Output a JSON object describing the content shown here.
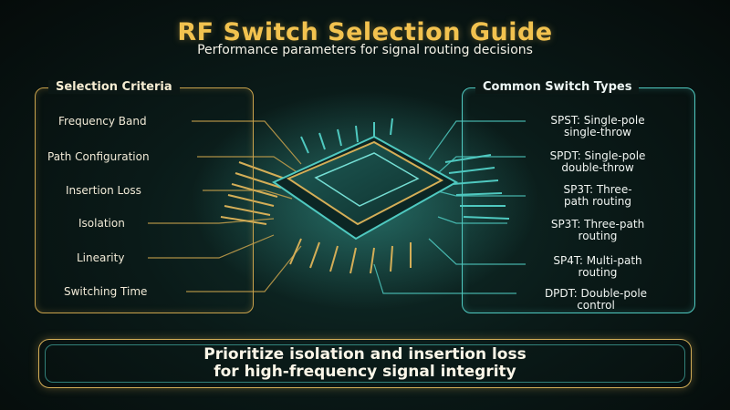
{
  "header": {
    "title": "RF Switch Selection Guide",
    "subtitle": "Performance parameters for signal routing decisions"
  },
  "left_panel": {
    "title": "Selection Criteria",
    "items": [
      "Frequency Band",
      "Path Configuration",
      "Insertion Loss",
      "Isolation",
      "Linearity",
      "Switching Time"
    ]
  },
  "right_panel": {
    "title": "Common Switch Types",
    "items": [
      {
        "line1": "SPST: Single-pole",
        "line2": "single-throw"
      },
      {
        "line1": "SPDT: Single-pole",
        "line2": "double-throw"
      },
      {
        "line1": "SP3T: Three-",
        "line2": "path routing"
      },
      {
        "line1": "SP3T: Three-path",
        "line2": "routing"
      },
      {
        "line1": "SP4T: Multi-path",
        "line2": "routing"
      },
      {
        "line1": "DPDT: Double-pole",
        "line2": "control"
      }
    ]
  },
  "footer": {
    "line1": "Prioritize isolation and insertion loss",
    "line2": "for high-frequency signal integrity"
  },
  "colors": {
    "gold": "#d4ae57",
    "teal": "#4fc9c0",
    "title": "#f2c24f"
  }
}
